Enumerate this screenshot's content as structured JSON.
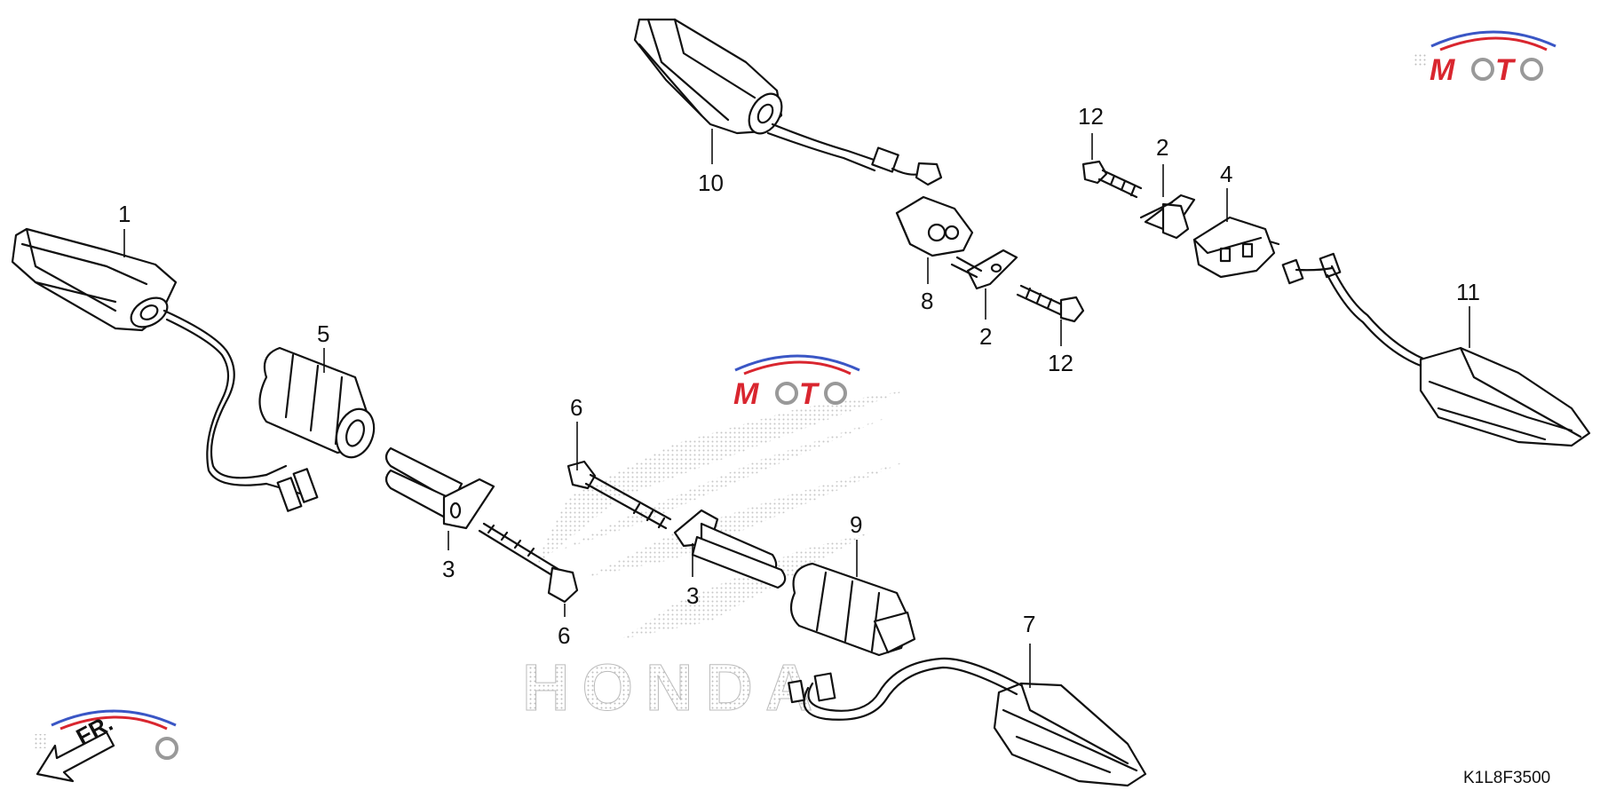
{
  "diagram": {
    "callouts": [
      "1",
      "2",
      "2",
      "3",
      "3",
      "4",
      "5",
      "6",
      "6",
      "7",
      "8",
      "9",
      "10",
      "11",
      "12",
      "12"
    ],
    "part_code": "K1L8F3500",
    "direction_label": "FR.",
    "watermark_text": "HONDA",
    "colors": {
      "line": "#111111",
      "watermark": "#cfcfcf",
      "logo_red": "#d9262f",
      "logo_blue": "#3a56c5"
    }
  }
}
